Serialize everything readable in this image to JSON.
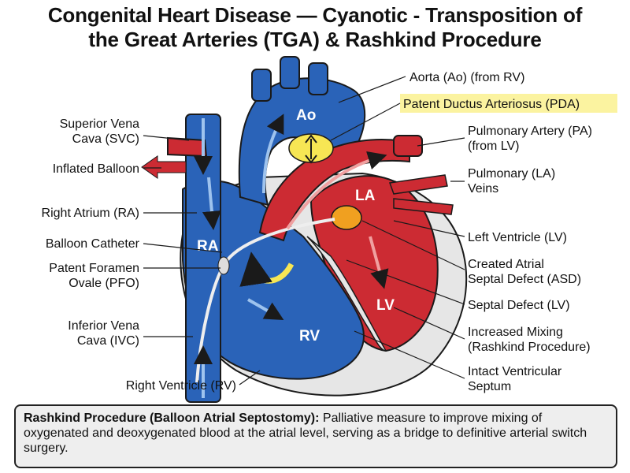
{
  "title": {
    "line1": "Congenital Heart Disease — Cyanotic - Transposition of",
    "line2": "the Great Arteries (TGA) & Rashkind Procedure"
  },
  "chambers": {
    "ao": "Ao",
    "la": "LA",
    "ra": "RA",
    "lv": "LV",
    "rv": "RV"
  },
  "labels_left": {
    "svc1": "Superior Vena",
    "svc2": "Cava (SVC)",
    "balloon": "Inflated Balloon",
    "ra": "Right Atrium (RA)",
    "catheter": "Balloon Catheter",
    "pfo1": "Patent Foramen",
    "pfo2": "Ovale (PFO)",
    "ivc1": "Inferior Vena",
    "ivc2": "Cava (IVC)",
    "rv": "Right Ventricle (RV)"
  },
  "labels_right": {
    "aorta": "Aorta (Ao) (from RV)",
    "pda": "Patent Ductus Arteriosus (PDA)",
    "pa1": "Pulmonary Artery (PA)",
    "pa2": "(from LV)",
    "pv1": "Pulmonary (LA)",
    "pv2": "Veins",
    "lv": "Left Ventricle (LV)",
    "asd1": "Created Atrial",
    "asd2": "Septal Defect (ASD)",
    "septal": "Septal Defect (LV)",
    "mix1": "Increased Mixing",
    "mix2": "(Rashkind Procedure)",
    "sept1": "Intact Ventricular",
    "sept2": "Septum"
  },
  "note": {
    "heading": "Rashkind Procedure (Balloon Atrial Septostomy):",
    "body": " Palliative measure to improve mixing of oxygenated and deoxygenated blood at the atrial level, serving as a bridge to definitive arterial switch surgery."
  },
  "colors": {
    "blue": "#2a63b8",
    "red": "#cc2b33",
    "yellow": "#f7e654",
    "orange": "#f0a020",
    "pda_highlight": "#fbf3a0",
    "outline": "#1a1a1a"
  }
}
